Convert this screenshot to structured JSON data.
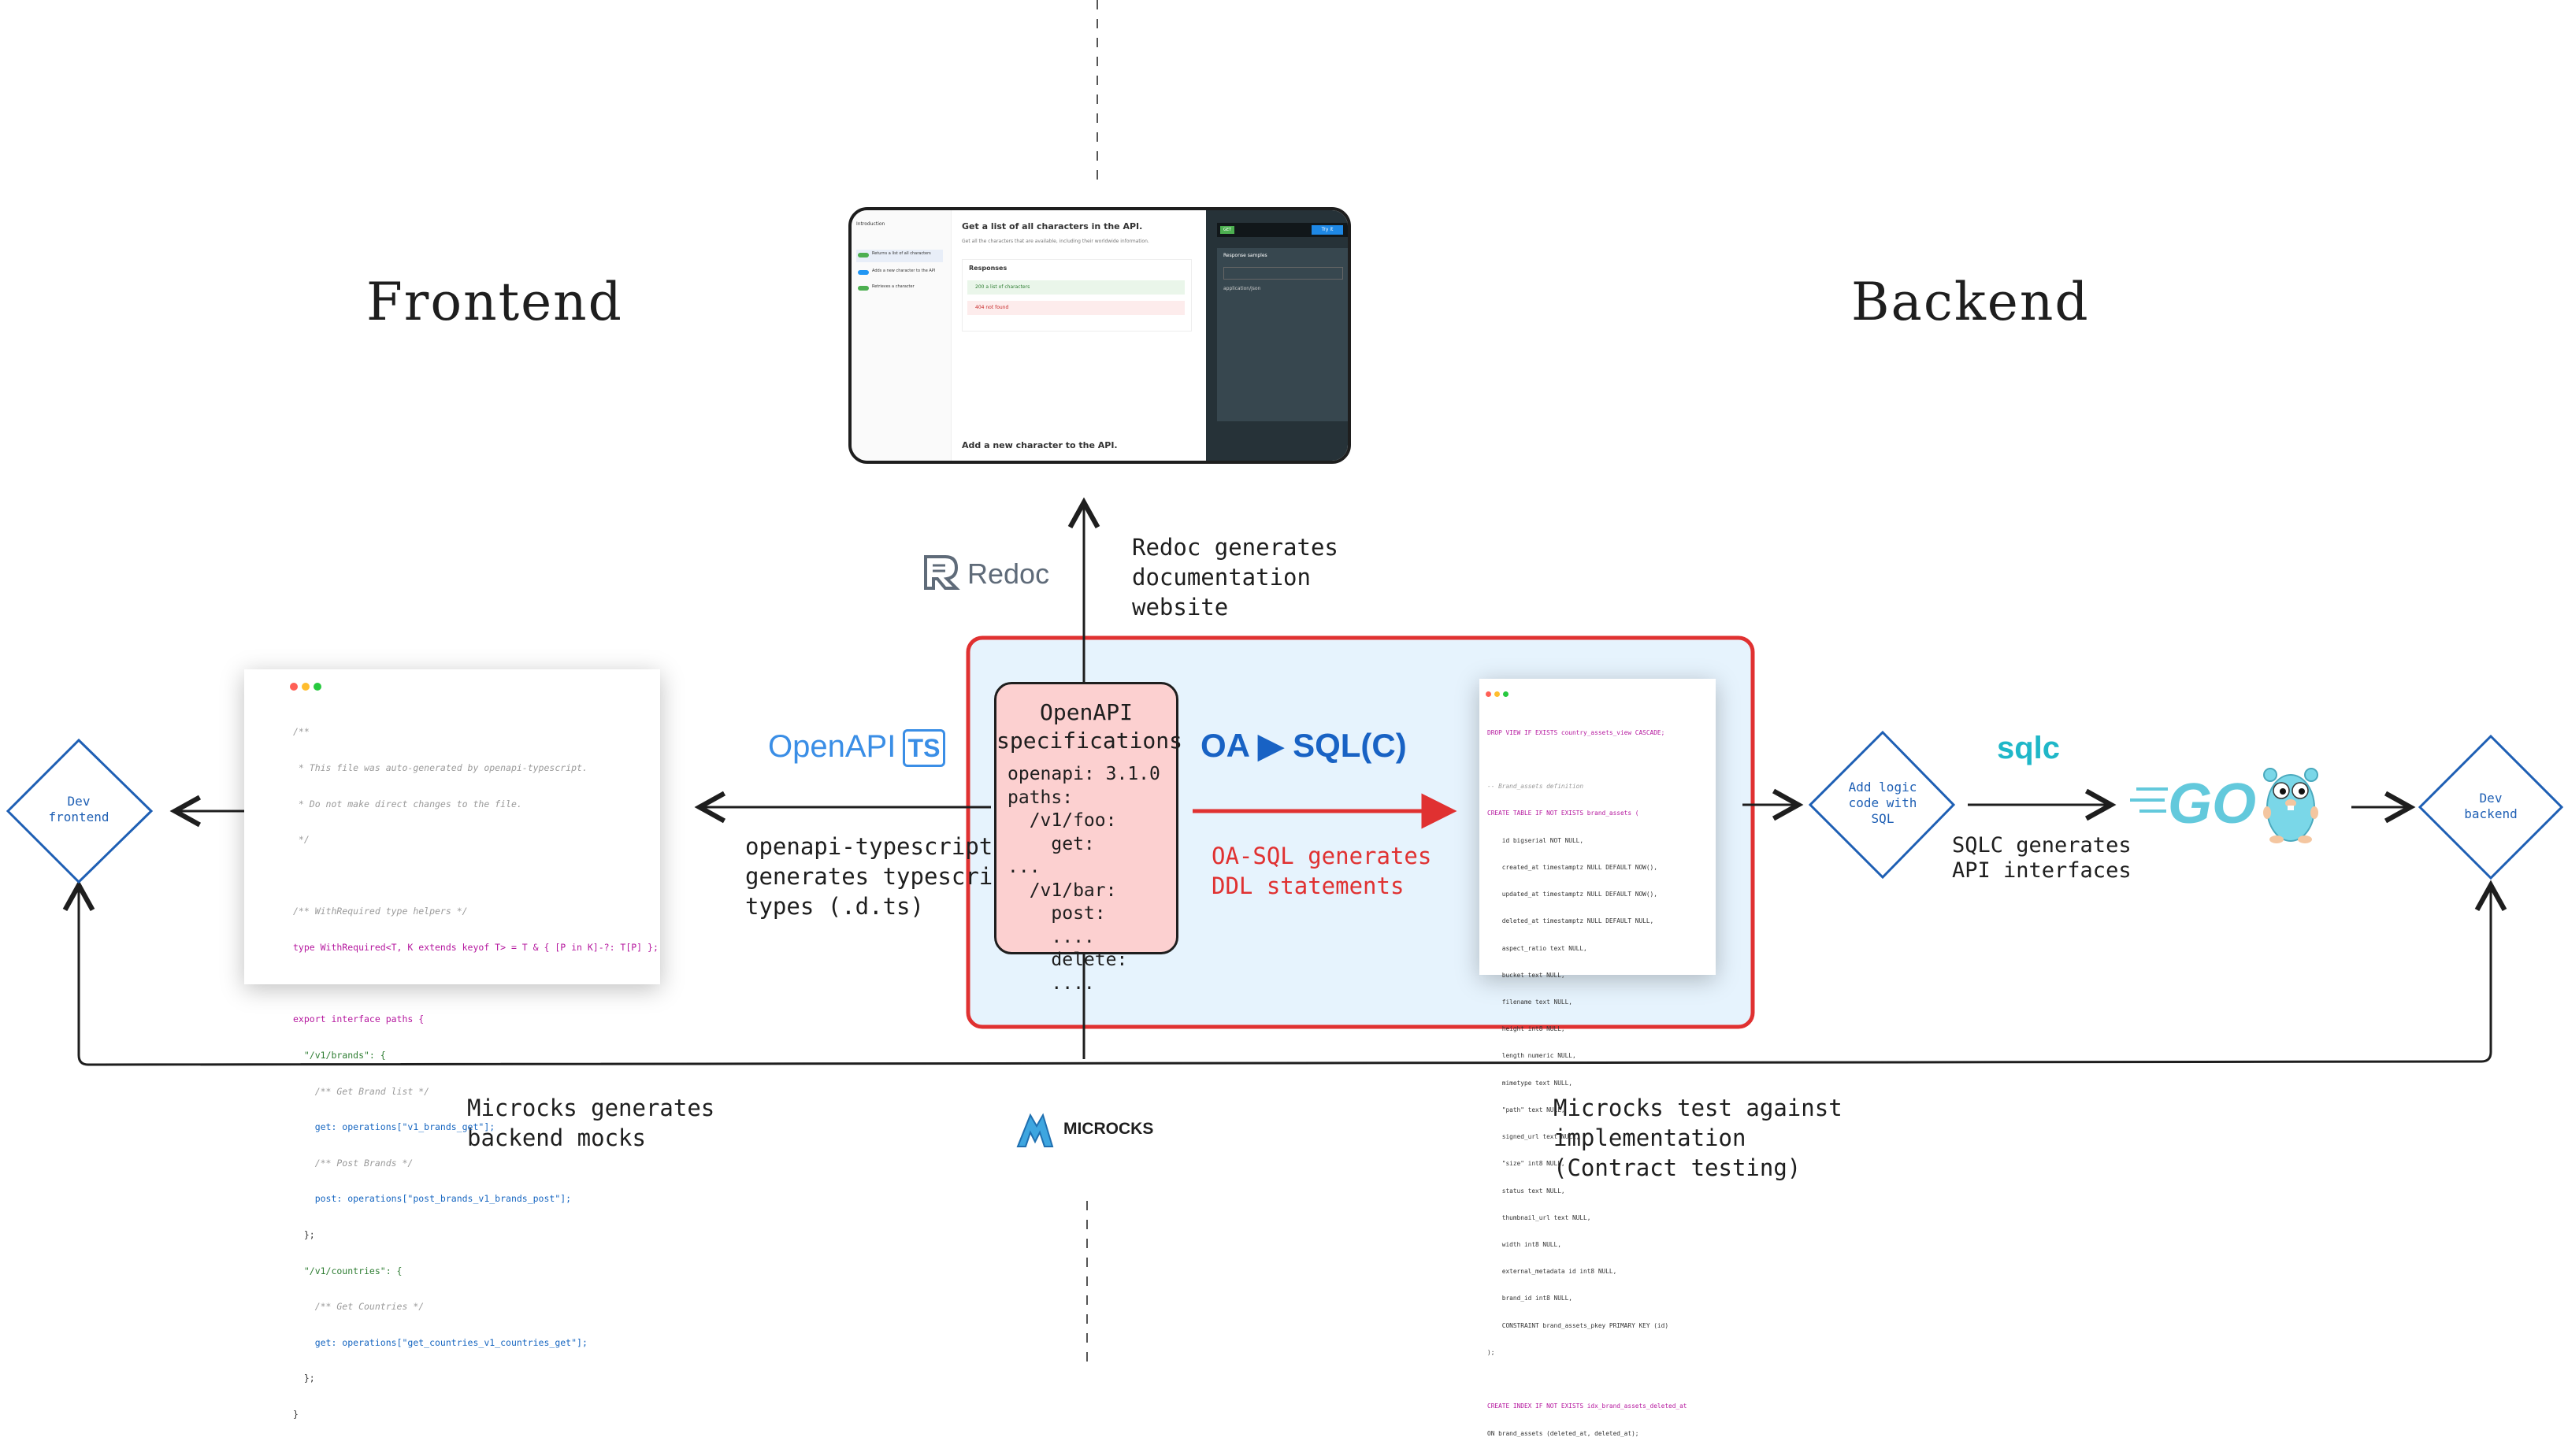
{
  "titles": {
    "frontend": "Frontend",
    "backend": "Backend"
  },
  "captions": {
    "redoc": "Redoc generates\ndocumentation\nwebsite",
    "openapi_ts": "openapi-typescript\ngenerates typescript\ntypes (.d.ts)",
    "oa_sql": "OA-SQL generates\nDDL statements",
    "sqlc": "SQLC generates\nAPI interfaces",
    "microcks_mocks": "Microcks generates\nbackend mocks",
    "microcks_test": "Microcks test against\nimplementation\n(Contract testing)"
  },
  "logos": {
    "redoc": "Redoc",
    "openapi_ts_text": "OpenAPI",
    "openapi_ts_badge": "TS",
    "oa_sql": "OA ▶ SQL(C)",
    "sqlc": "sqlc",
    "go": "GO",
    "microcks": "MICROCKS"
  },
  "diamonds": {
    "dev_frontend": "Dev\nfrontend",
    "logic": "Add logic\ncode with\nSQL",
    "dev_backend": "Dev\nbackend"
  },
  "spec": {
    "title": "OpenAPI\nspecifications",
    "code": "openapi: 3.1.0\npaths:\n  /v1/foo:\n    get:\n...\n  /v1/bar:\n    post:\n    ....\n    delete:\n    ...."
  },
  "ts_code": {
    "lines": [
      "/**",
      " * This file was auto-generated by openapi-typescript.",
      " * Do not make direct changes to the file.",
      " */",
      "",
      "/** WithRequired type helpers */",
      "type WithRequired<T, K extends keyof T> = T & { [P in K]-?: T[P] };",
      "",
      "export interface paths {",
      "  \"/v1/brands\": {",
      "    /** Get Brand list */",
      "    get: operations[\"v1_brands_get\"];",
      "    /** Post Brands */",
      "    post: operations[\"post_brands_v1_brands_post\"];",
      "  };",
      "  \"/v1/countries\": {",
      "    /** Get Countries */",
      "    get: operations[\"get_countries_v1_countries_get\"];",
      "  };",
      "}"
    ]
  },
  "sql_code": {
    "lines": [
      "DROP VIEW IF EXISTS country_assets_view CASCADE;",
      "",
      "-- Brand_assets definition",
      "CREATE TABLE IF NOT EXISTS brand_assets (",
      "    id bigserial NOT NULL,",
      "    created_at timestamptz NULL DEFAULT NOW(),",
      "    updated_at timestamptz NULL DEFAULT NOW(),",
      "    deleted_at timestamptz NULL DEFAULT NULL,",
      "    aspect_ratio text NULL,",
      "    bucket text NULL,",
      "    filename text NULL,",
      "    height int8 NULL,",
      "    length numeric NULL,",
      "    mimetype text NULL,",
      "    \"path\" text NULL,",
      "    signed_url text NULL,",
      "    \"size\" int8 NULL,",
      "    status text NULL,",
      "    thumbnail_url text NULL,",
      "    width int8 NULL,",
      "    external_metadata id int8 NULL,",
      "    brand_id int8 NULL,",
      "    CONSTRAINT brand_assets_pkey PRIMARY KEY (id)",
      ");",
      "",
      "CREATE INDEX IF NOT EXISTS idx_brand_assets_deleted_at",
      "ON brand_assets (deleted_at, deleted_at);"
    ]
  },
  "redoc_shot": {
    "heading": "Get a list of all characters in the API.",
    "subheading": "Get all the characters that are available, including their worldwide information.",
    "responses_label": "Responses",
    "response_ok": "200 a list of characters",
    "response_err": "404 not found",
    "footer_heading": "Add a new character to the API.",
    "method": "GET",
    "try_label": "Try it",
    "samples_label": "Response samples",
    "content_type": "application/json",
    "sidebar": [
      "Introduction",
      "Returns a list of all characters",
      "Adds a new character to the API",
      "Retrieves a character"
    ]
  },
  "colors": {
    "ink": "#1e1e1e",
    "blue": "#1e5fb4",
    "red": "#e03131",
    "spec_fill": "#fcd0d0",
    "panel_fill": "#e6f3fd",
    "openapi_ts": "#3a8ee6",
    "oa_sql": "#1862c4",
    "sqlc": "#1fb7c8",
    "go": "#63c9dc",
    "redoc_gray": "#5f6b79"
  }
}
